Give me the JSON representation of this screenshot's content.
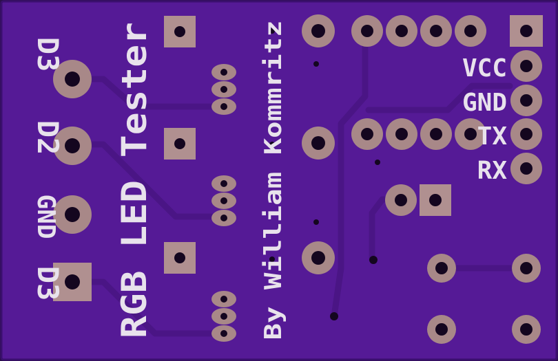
{
  "board": {
    "colors": {
      "substrate": "#551a96",
      "substrate_edge": "#3a0f6e",
      "trace": "#4a1585",
      "pad": "#a88888",
      "pad_square": "#b09090",
      "hole": "#14061f",
      "silkscreen": "#e8e2ec"
    },
    "silkscreen": {
      "title": "RGB LED Tester",
      "author": "By William Kommritz",
      "left_labels": [
        "D3",
        "D2",
        "GND",
        "D3"
      ],
      "header_labels": [
        "VCC",
        "GND",
        "TX",
        "RX"
      ]
    }
  }
}
